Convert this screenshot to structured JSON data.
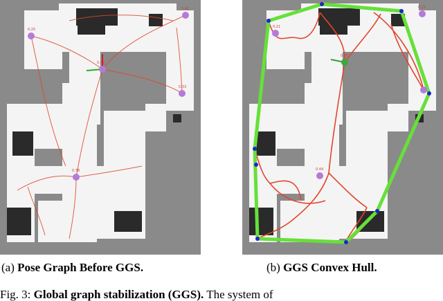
{
  "panels": [
    {
      "label": "(a)",
      "title": "Pose Graph Before GGS.",
      "node_labels": [
        "0.25",
        "0.45",
        "0.62",
        "0.33",
        "0.78"
      ]
    },
    {
      "label": "(b)",
      "title": "GGS Convex Hull.",
      "node_labels": [
        "0.21",
        "0.25",
        "0.97",
        "0.44"
      ]
    }
  ],
  "caption": {
    "fig_label": "Fig. 3:",
    "bold_text": "Global graph stabilization (GGS).",
    "text": "The system of"
  },
  "colors": {
    "background_gray": "#8a8a8a",
    "map_white": "#f4f4f4",
    "obstacle_dark": "#2a2a2a",
    "trajectory_red": "#e0452c",
    "hull_green": "#66e03a",
    "node_purple": "#b57ad8",
    "node_blue": "#2222cc",
    "node_green": "#3aaa3a"
  }
}
